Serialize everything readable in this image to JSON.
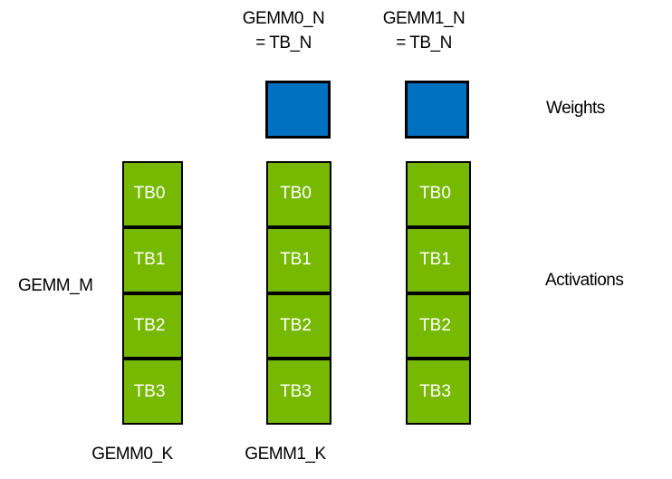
{
  "colors": {
    "page_background": "#ffffff",
    "activation_green": "#76b900",
    "weight_blue": "#0070c0",
    "border_black": "#000000",
    "block_text": "#ffffff",
    "label_text": "#000000"
  },
  "labels": {
    "gemm0_n": "GEMM0_N\n= TB_N",
    "gemm1_n": "GEMM1_N\n= TB_N",
    "weights": "Weights",
    "activations": "Activations",
    "gemm_m": "GEMM_M",
    "gemm0_k": "GEMM0_K",
    "gemm1_k": "GEMM1_K"
  },
  "columns": [
    {
      "id": "activation-column-1",
      "blocks": [
        "TB0",
        "TB1",
        "TB2",
        "TB3"
      ]
    },
    {
      "id": "activation-column-2",
      "blocks": [
        "TB0",
        "TB1",
        "TB2",
        "TB3"
      ]
    },
    {
      "id": "activation-column-3",
      "blocks": [
        "TB0",
        "TB1",
        "TB2",
        "TB3"
      ]
    }
  ],
  "weight_squares": [
    {
      "id": "weight-square-gemm0"
    },
    {
      "id": "weight-square-gemm1"
    }
  ]
}
